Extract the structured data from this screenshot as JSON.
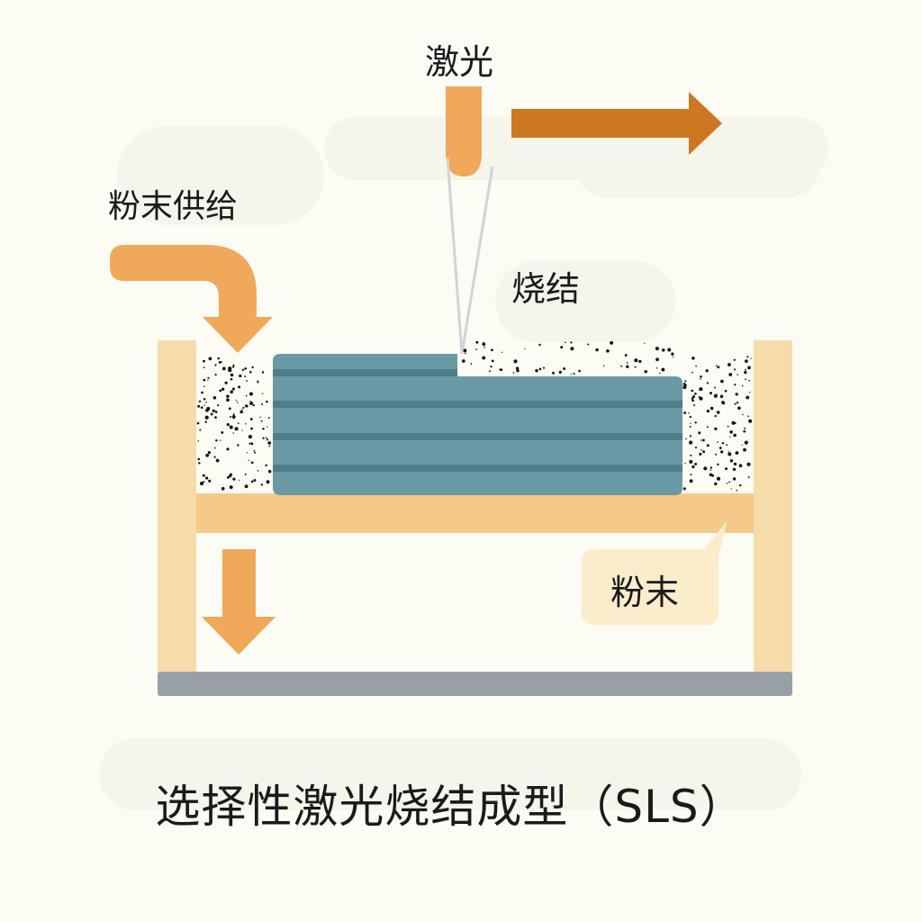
{
  "labels": {
    "laser": "激光",
    "powder_supply": "粉末供给",
    "sintering": "烧结",
    "powder": "粉末"
  },
  "title": "选择性激光烧结成型（SLS）",
  "colors": {
    "background": "#fcfbf4",
    "arrow_orange": "#f0a85a",
    "arrow_dark_orange": "#cc7722",
    "frame_pillar": "#f6dcaa",
    "platform": "#f5c987",
    "part_teal": "#6a9aa3",
    "part_stripe": "#4e7f88",
    "base_gray": "#97a0a5",
    "callout_bg": "#fbeccb",
    "powder_dots": "#111111"
  }
}
